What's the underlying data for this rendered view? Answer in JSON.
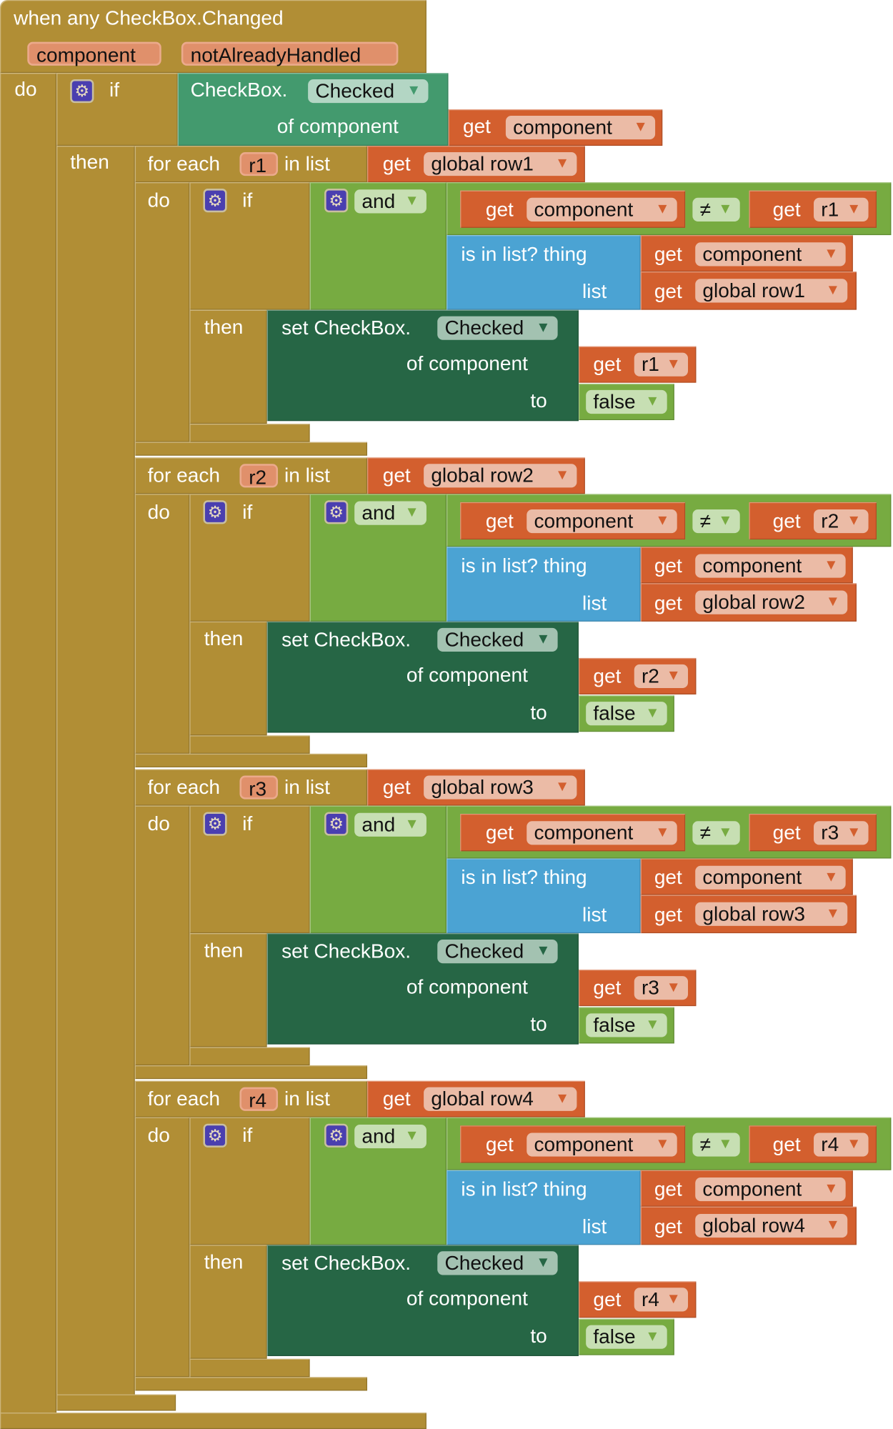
{
  "event": {
    "title": "when any CheckBox.Changed",
    "params": [
      "component",
      "notAlreadyHandled"
    ],
    "do_label": "do"
  },
  "outer_if": {
    "if_label": "if",
    "then_label": "then",
    "prefix": "CheckBox.",
    "property": "Checked",
    "of_label": "of component",
    "get_label": "get",
    "var": "component"
  },
  "labels": {
    "for_each": "for each",
    "in_list": "in list",
    "get": "get",
    "do": "do",
    "if": "if",
    "then": "then",
    "and": "and",
    "neq": "≠",
    "is_in_list": "is in list? thing",
    "list": "list",
    "set_prefix": "set CheckBox.",
    "property": "Checked",
    "of_component": "of component",
    "to": "to",
    "component": "component",
    "false": "false"
  },
  "loops": [
    {
      "var": "r1",
      "list_var": "global row1"
    },
    {
      "var": "r2",
      "list_var": "global row2"
    },
    {
      "var": "r3",
      "list_var": "global row3"
    },
    {
      "var": "r4",
      "list_var": "global row4"
    }
  ],
  "colors": {
    "event": "#B18E35",
    "param": "#E0906B",
    "teal": "#439A6E",
    "teal_pill": "#B3D6C4",
    "orange": "#D35F2E",
    "peach": "#EBBBA6",
    "green": "#77AB41",
    "green_pill": "#C7DFB3",
    "blue": "#4BA3D3",
    "dark_green": "#266645",
    "dark_pill": "#A3C2B1"
  }
}
